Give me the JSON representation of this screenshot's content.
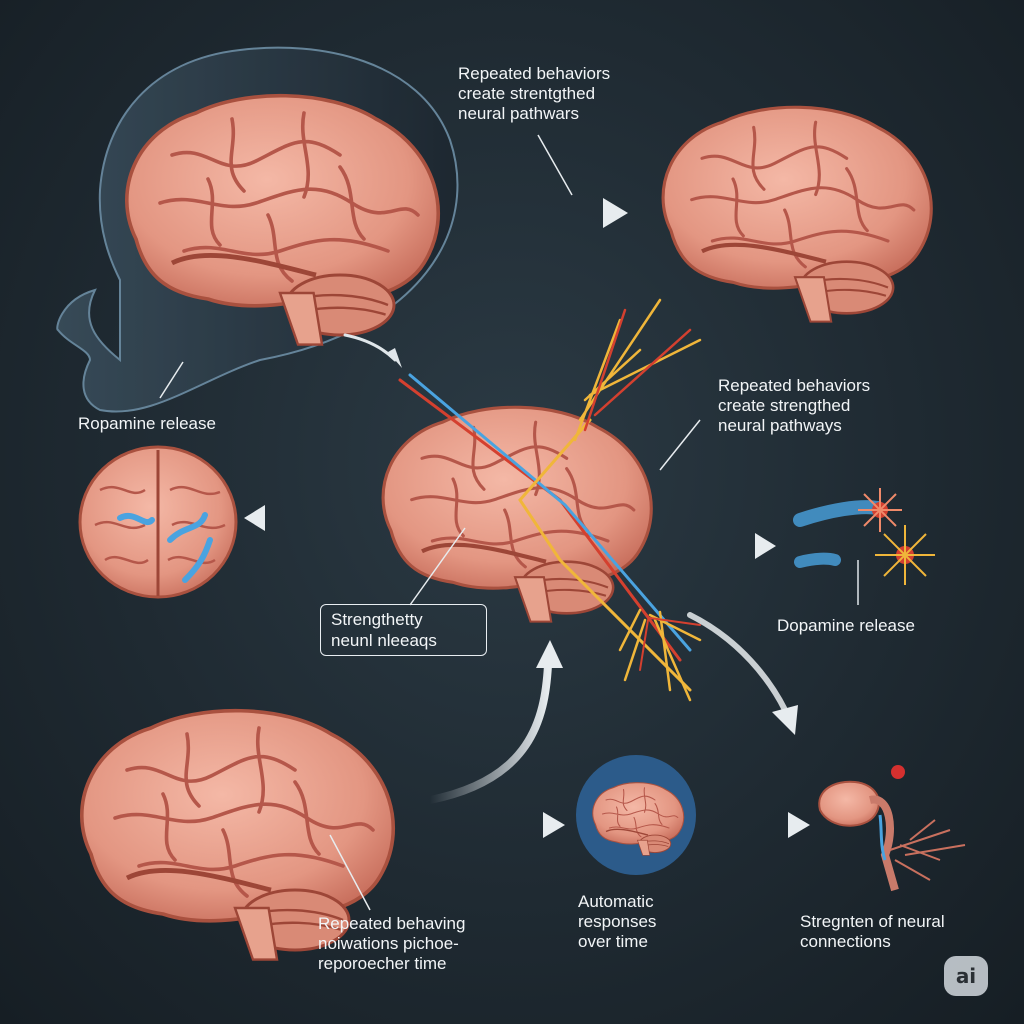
{
  "labels": {
    "top_right": "Repeated behaviors\ncreate strentgthed\nneural pathwars",
    "mid_right": "Repeated behaviors\ncreate strengthed\nneural pathways",
    "left_dopamine": "Ropamine release",
    "right_dopamine": "Dopamine release",
    "center_box": "Strengthetty\nneunl nleeaqs",
    "bottom_left": "Repeated behaving\nnoiwations pichoe-\nreporoecher time",
    "bottom_center": "Automatic\nresponses\nover time",
    "bottom_right": "Stregnten of neural\nconnections"
  },
  "badge": "ai",
  "colors": {
    "brain_fill": "#e8a08d",
    "brain_fold": "#b5574a",
    "pathway_red": "#d4402f",
    "pathway_yellow": "#f0b63a",
    "pathway_blue": "#4aa3e0",
    "arrow": "#e7ecef",
    "circle_bg": "#2c5b8a"
  }
}
